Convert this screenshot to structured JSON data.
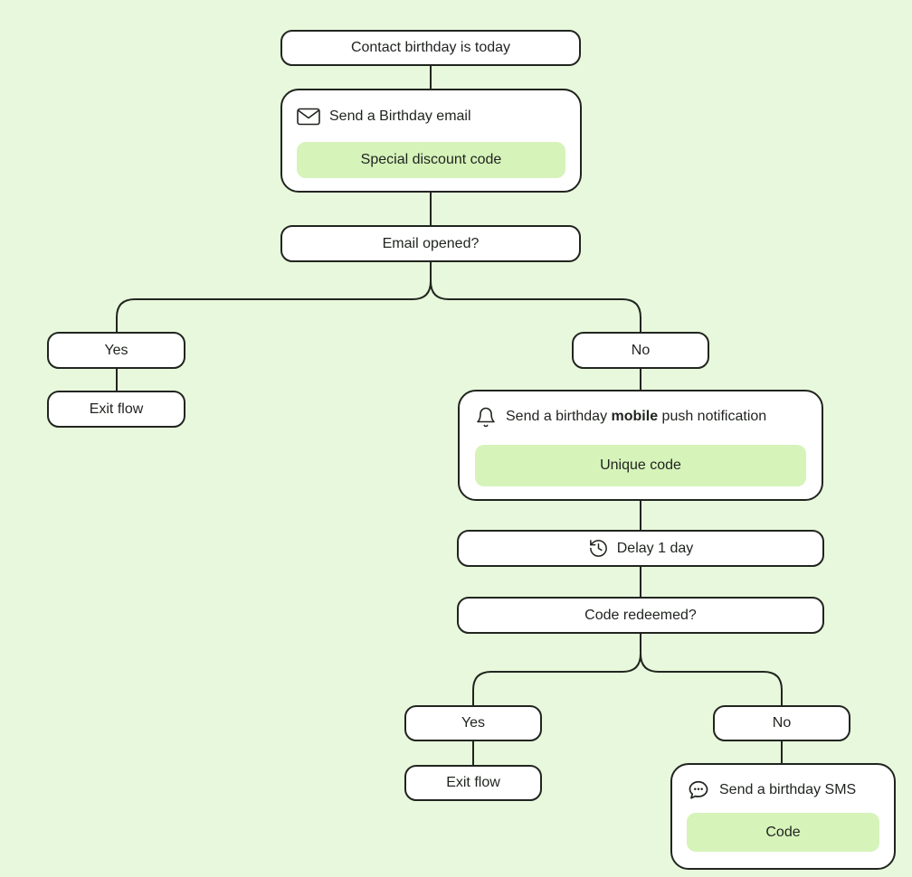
{
  "theme": {
    "background": "#e8f8dc",
    "line": "#21251f",
    "node_bg": "#ffffff",
    "pill_bg": "#d6f3ba",
    "text": "#1f231e"
  },
  "flow": {
    "contact_birthday": {
      "label": "Contact birthday is today"
    },
    "email_action": {
      "icon": "envelope-icon",
      "label": "Send a Birthday email",
      "pill": "Special discount code"
    },
    "email_opened": {
      "label": "Email opened?"
    },
    "email_yes": {
      "label": "Yes"
    },
    "email_yes_exit": {
      "label": "Exit flow"
    },
    "email_no": {
      "label": "No"
    },
    "push_action": {
      "icon": "bell-icon",
      "label_prefix": "Send a birthday ",
      "label_bold": "mobile",
      "label_suffix": " push notification",
      "pill": "Unique code"
    },
    "delay": {
      "icon": "history-clock-icon",
      "label": "Delay 1 day"
    },
    "code_redeemed": {
      "label": "Code redeemed?"
    },
    "code_yes": {
      "label": "Yes"
    },
    "code_yes_exit": {
      "label": "Exit flow"
    },
    "code_no": {
      "label": "No"
    },
    "sms_action": {
      "icon": "speech-bubble-icon",
      "label": "Send a birthday SMS",
      "pill": "Code"
    }
  }
}
